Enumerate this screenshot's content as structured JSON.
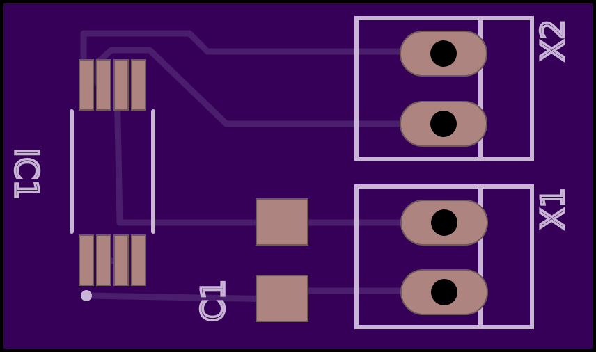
{
  "board": {
    "substrate_color": "#360058",
    "edge_color": "#000000",
    "copper_color": "#ad8480",
    "copper_outline": "#6e5a5a",
    "trace_color": "#4a1e6c",
    "silkscreen_color": "#c9b6d6",
    "drill_color": "#000000"
  },
  "components": {
    "u1": {
      "ref": "IC1",
      "type": "SOIC-8"
    },
    "c1": {
      "ref": "C1",
      "type": "capacitor"
    },
    "x1": {
      "ref": "X1",
      "type": "2-pin terminal"
    },
    "x2": {
      "ref": "X2",
      "type": "2-pin terminal"
    }
  }
}
